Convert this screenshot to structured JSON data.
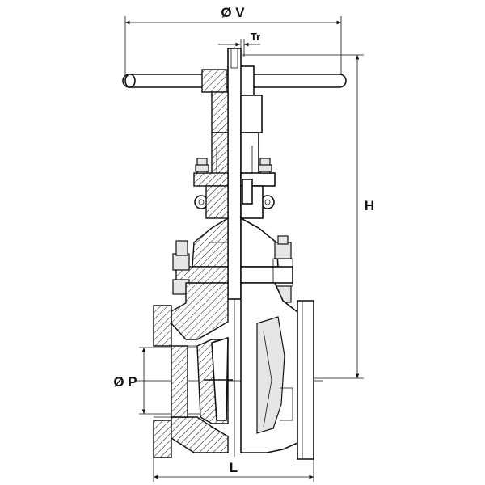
{
  "dimensions": {
    "handwheel_diameter": "Ø V",
    "stem_thread": "Tr",
    "height": "H",
    "port_diameter": "Ø P",
    "length": "L"
  }
}
